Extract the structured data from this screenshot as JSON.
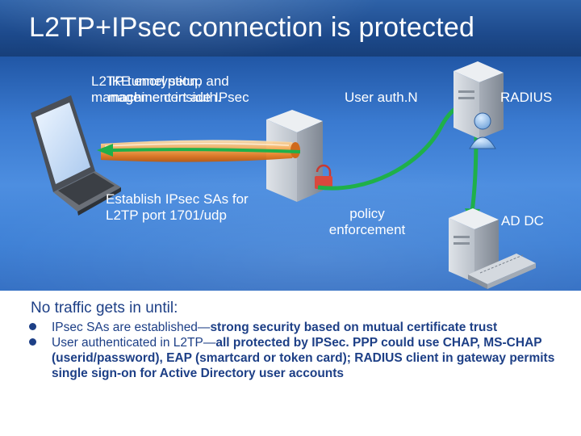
{
  "title": "L2TP+IPsec connection is protected",
  "diagram": {
    "overlap_label_1": [
      "L2TP tunnel setup and",
      "management inside IPsec"
    ],
    "overlap_label_2": [
      "IKE encryption,",
      "machine cert auth."
    ],
    "ipsec_label": [
      "Establish IPsec SAs for",
      "L2TP port 1701/udp"
    ],
    "user_auth_label": "User auth.N",
    "radius_label": "RADIUS",
    "policy_label": [
      "policy",
      "enforcement"
    ],
    "ad_dc_label": "AD DC"
  },
  "notes": {
    "heading": "No traffic gets in until:",
    "bullets": [
      {
        "lead": "IPsec SAs are established—",
        "rest": "strong security based on mutual certificate trust"
      },
      {
        "lead": "User authenticated in L2TP—",
        "rest": "all protected by IPSec. PPP could use CHAP, MS-CHAP (userid/password), EAP (smartcard or token card); RADIUS client in gateway permits single sign-on for Active Directory user accounts"
      }
    ]
  },
  "colors": {
    "title_bar": "#1d4a8c",
    "panel": "#3f81d6",
    "tunnel": "#f08a2c",
    "arrow": "#1fb04a",
    "bullet_text": "#1d3f86"
  }
}
